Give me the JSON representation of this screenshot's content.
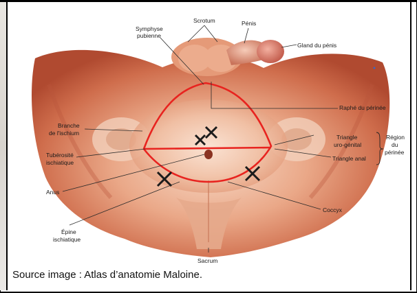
{
  "figure": {
    "labels": {
      "scrotum": "Scrotum",
      "penis": "Pénis",
      "glans": "Gland du pénis",
      "symphysis_l1": "Symphyse",
      "symphysis_l2": "pubienne",
      "raphe": "Raphé du périnée",
      "ischium_l1": "Branche",
      "ischium_l2": "de l'ischium",
      "tuberosity_l1": "Tubérosité",
      "tuberosity_l2": "ischiatique",
      "uro_l1": "Triangle",
      "uro_l2": "uro-génital",
      "anal_triangle": "Triangle anal",
      "region_l1": "Région",
      "region_l2": "du",
      "region_l3": "périnée",
      "anus": "Anus",
      "coccyx": "Coccyx",
      "spine_l1": "Épine",
      "spine_l2": "ischiatique",
      "sacrum": "Sacrum"
    },
    "colors": {
      "annotation_red": "#e8231f",
      "marker_black": "#1b1b1b",
      "skin_light": "#f2c7ad",
      "skin_mid": "#df8f6c",
      "skin_dark": "#b8563a"
    }
  },
  "caption": "Source image : Atlas d’anatomie Maloine."
}
